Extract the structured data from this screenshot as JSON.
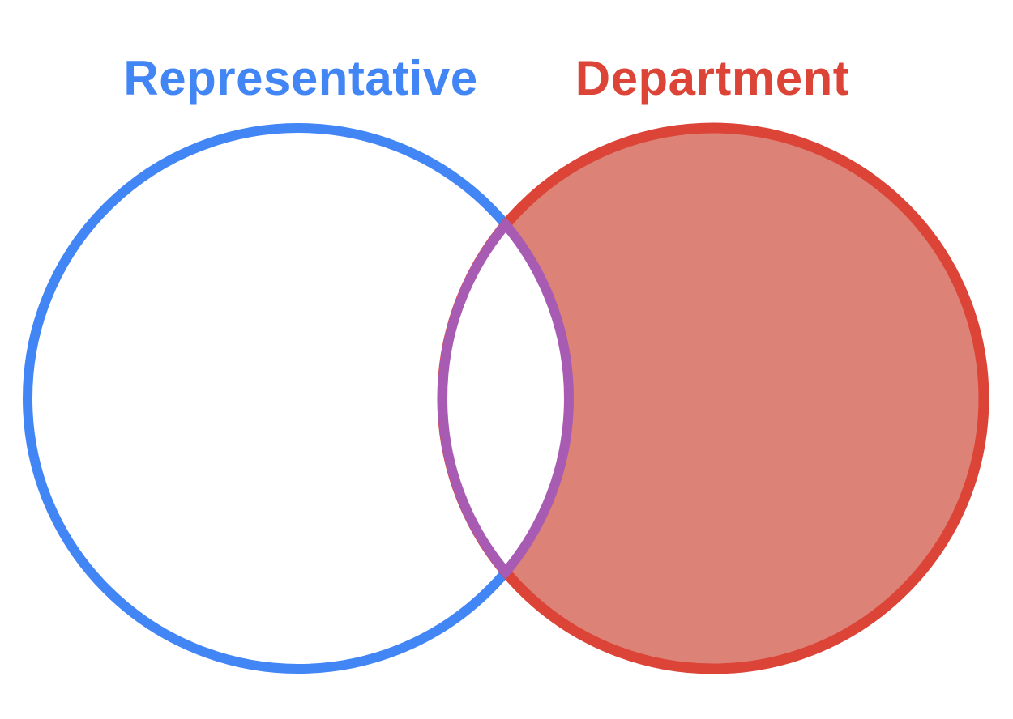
{
  "venn": {
    "type": "venn-diagram",
    "background_color": "#FFFFFF",
    "left_set": {
      "label": "Representative",
      "stroke_color": "#4285F4",
      "fill_color": "none"
    },
    "right_set": {
      "label": "Department",
      "stroke_color": "#DB4437",
      "fill_color": "#DC8276"
    },
    "intersection": {
      "stroke_color": "#A85BB2",
      "fill_color": "#FFFFFF"
    }
  }
}
